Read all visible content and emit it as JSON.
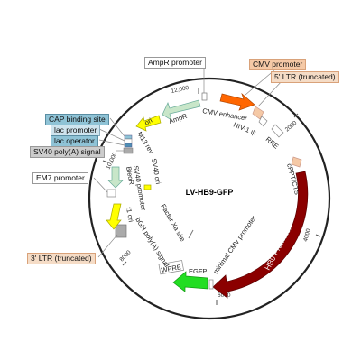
{
  "plasmid": {
    "name": "LV-HB9-GFP"
  },
  "ticks": [
    "2000",
    "4000",
    "6000",
    "8000",
    "10,000",
    "12,000"
  ],
  "inner_labels": {
    "ampr": "AmpR",
    "ori": "ori",
    "m13rev": "M13 rev",
    "sv40ori": "SV40 ori",
    "bleor": "BleoR",
    "sv40promoter": "SV40 promoter",
    "f1ori": "f1 ori",
    "bgh": "bGH poly(A) signal",
    "factorxa": "Factor Xa site",
    "wpre": "WPRE",
    "egfp": "EGFP",
    "mincmv": "minimal CMV promoter",
    "hb9": "HB9 Promoter",
    "cppt": "cPPT/CTS",
    "rre": "RRE",
    "hiv": "HIV-1 ψ",
    "cmvenh": "CMV enhancer"
  },
  "callouts": {
    "ampr_promoter": "AmpR promoter",
    "cmv_promoter": "CMV promoter",
    "ltr5": "5' LTR (truncated)",
    "cap_site": "CAP binding site",
    "lac_promoter": "lac promoter",
    "lac_operator": "lac operator",
    "sv40_polya": "SV40 poly(A) signal",
    "em7": "EM7 promoter",
    "ltr3": "3' LTR (truncated)"
  },
  "colors": {
    "backbone": "#222222",
    "ampr": "#c8e6c9",
    "ori": "#ffff00",
    "cmv_enhancer": "#ff6600",
    "ltr": "#f5c9a6",
    "hb9": "#8b0000",
    "egfp": "#22dd22",
    "promoter": "#ffffff",
    "cap": "#8fc3d6",
    "lac": "#4f8fb5",
    "sv40pa": "#aaaaaa"
  }
}
